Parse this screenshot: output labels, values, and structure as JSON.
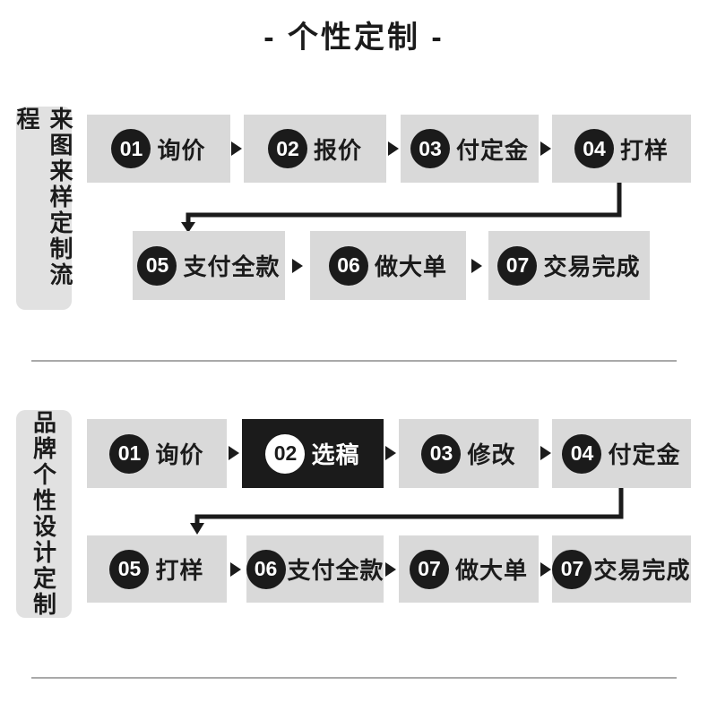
{
  "title": "- 个性定制 -",
  "colors": {
    "ink": "#1b1b1b",
    "step_box_bg": "#d9d9d9",
    "label_box_bg": "#e1e1e1",
    "highlight_bg": "#1b1b1b",
    "highlight_text": "#ffffff",
    "divider": "#a9a9a9"
  },
  "sections": [
    {
      "label": "来图来样定制流程",
      "rows": [
        [
          {
            "num": "01",
            "text": "询价"
          },
          {
            "num": "02",
            "text": "报价"
          },
          {
            "num": "03",
            "text": "付定金"
          },
          {
            "num": "04",
            "text": "打样"
          }
        ],
        [
          {
            "num": "05",
            "text": "支付全款"
          },
          {
            "num": "06",
            "text": "做大单"
          },
          {
            "num": "07",
            "text": "交易完成"
          }
        ]
      ]
    },
    {
      "label": "品牌个性设计定制",
      "rows": [
        [
          {
            "num": "01",
            "text": "询价"
          },
          {
            "num": "02",
            "text": "选稿",
            "highlighted": true
          },
          {
            "num": "03",
            "text": "修改"
          },
          {
            "num": "04",
            "text": "付定金"
          }
        ],
        [
          {
            "num": "05",
            "text": "打样"
          },
          {
            "num": "06",
            "text": "支付全款"
          },
          {
            "num": "07",
            "text": "做大单"
          },
          {
            "num": "07",
            "text": "交易完成"
          }
        ]
      ]
    }
  ]
}
